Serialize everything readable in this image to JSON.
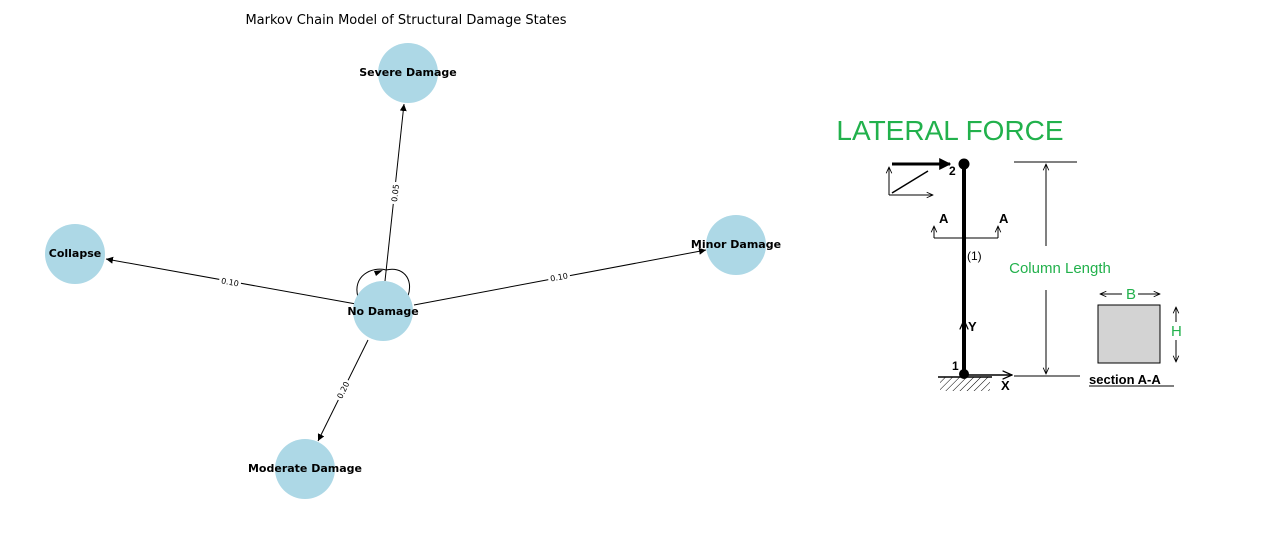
{
  "markov": {
    "title": "Markov Chain Model of Structural Damage States",
    "node_color": "#add8e6",
    "nodes": {
      "severe": "Severe Damage",
      "collapse": "Collapse",
      "minor": "Minor Damage",
      "none": "No Damage",
      "moderate": "Moderate Damage"
    },
    "edges": {
      "to_severe": "0.05",
      "to_collapse": "0.10",
      "to_minor": "0.10",
      "to_moderate": "0.20"
    }
  },
  "column": {
    "title": "LATERAL FORCE",
    "accent_color": "#22b14c",
    "node_top": "2",
    "node_bottom": "1",
    "member_label": "(1)",
    "section_mark_left": "A",
    "section_mark_right": "A",
    "axis_y": "Y",
    "axis_x": "X",
    "length_label": "Column Length",
    "section_width_label": "B",
    "section_height_label": "H",
    "section_caption": "section A-A"
  }
}
